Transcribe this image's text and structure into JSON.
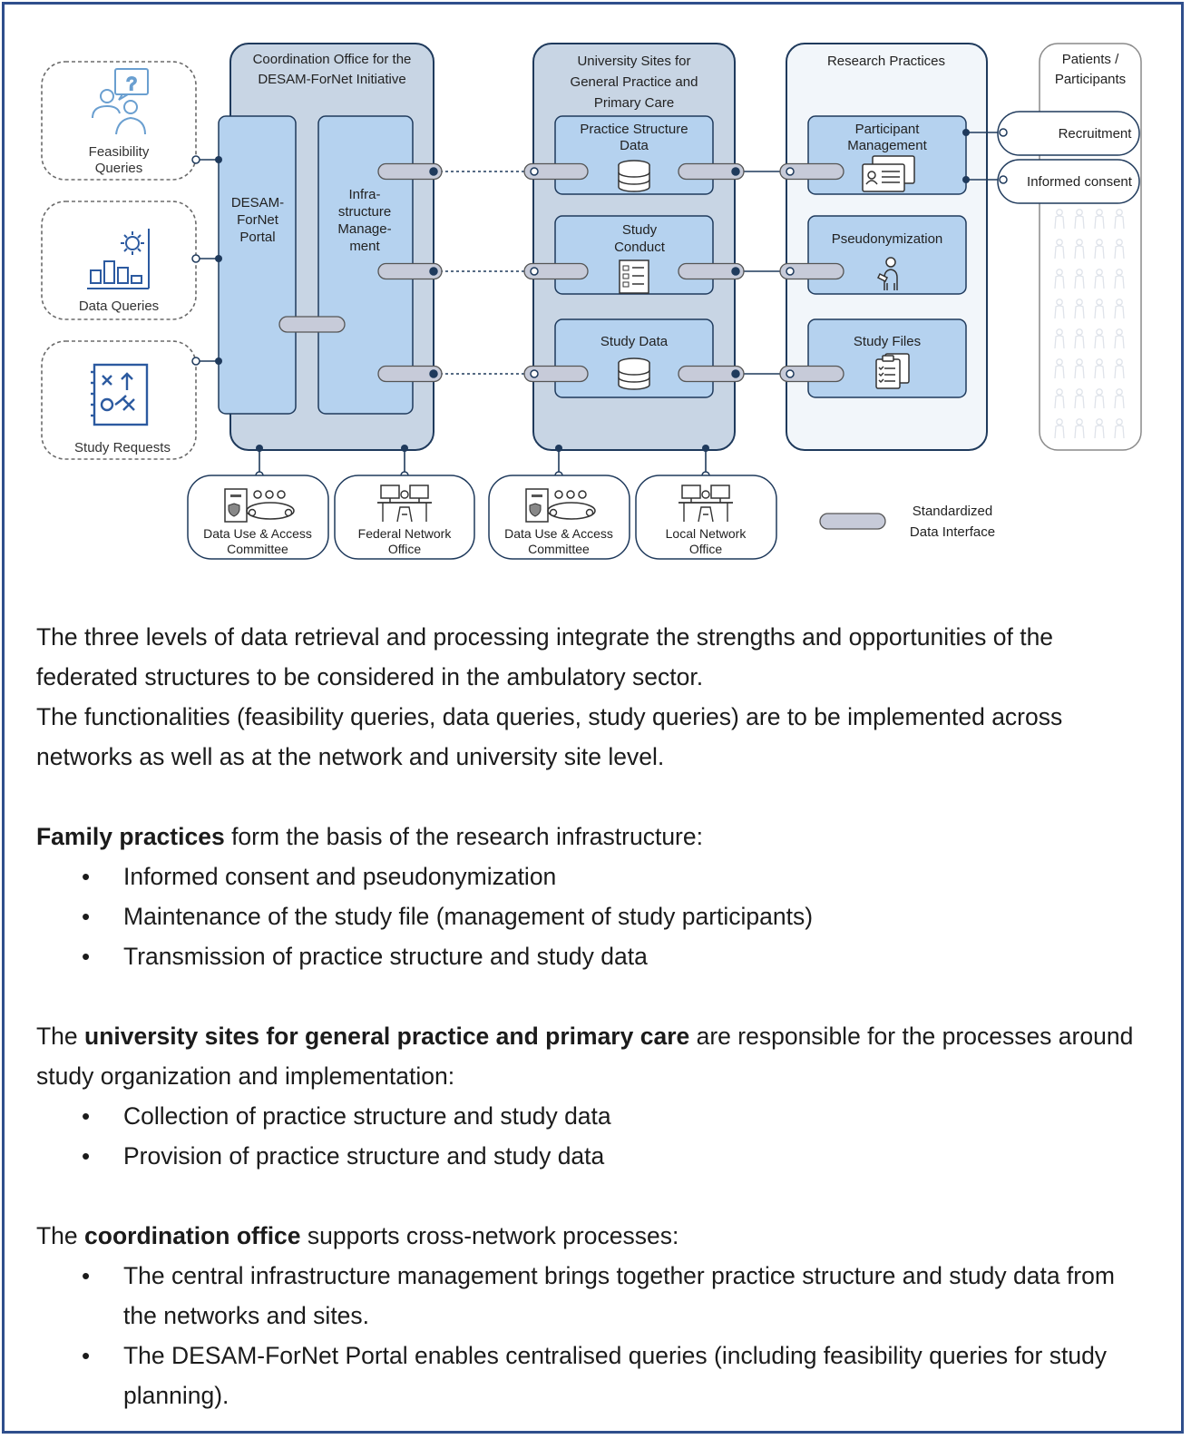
{
  "diagram": {
    "coord_office": {
      "title_lines": [
        "Coordination Office for the",
        "DESAM-ForNet Initiative"
      ]
    },
    "portal": {
      "lines": [
        "DESAM-",
        "ForNet",
        "Portal"
      ]
    },
    "infra": {
      "lines": [
        "Infra-",
        "structure",
        "Manage-",
        "ment"
      ]
    },
    "university": {
      "title_lines": [
        "University Sites for",
        "General Practice and",
        "Primary Care"
      ]
    },
    "uni_boxes": {
      "practice_structure": [
        "Practice Structure",
        "Data"
      ],
      "study_conduct": [
        "Study",
        "Conduct"
      ],
      "study_data": [
        "Study Data"
      ]
    },
    "research": {
      "title": "Research Practices"
    },
    "research_boxes": {
      "participant_mgmt": [
        "Participant",
        "Management"
      ],
      "pseudonymization": [
        "Pseudonymization"
      ],
      "study_files": [
        "Study Files"
      ]
    },
    "patients": {
      "title_lines": [
        "Patients /",
        "Participants"
      ]
    },
    "recruitment": "Recruitment",
    "informed_consent": "Informed consent",
    "left": {
      "feasibility": [
        "Feasibility",
        "Queries"
      ],
      "data_queries": "Data Queries",
      "study_requests": "Study Requests"
    },
    "bottom": {
      "dua_1": [
        "Data Use & Access",
        "Committee"
      ],
      "federal": [
        "Federal Network",
        "Office"
      ],
      "dua_2": [
        "Data Use & Access",
        "Committee"
      ],
      "local": [
        "Local Network",
        "Office"
      ]
    },
    "legend": [
      "Standardized",
      "Data Interface"
    ],
    "colors": {
      "panel": "#c8d5e4",
      "box": "#b5d2ef",
      "panel_light": "#f2f6fa",
      "border": "#1f3a5c",
      "interface": "#c7cbd9"
    }
  },
  "text": {
    "intro1": "The three levels of data retrieval and processing integrate the strengths and opportunities of the federated structures to be considered in the ambulatory sector.",
    "intro2": "The functionalities (feasibility queries, data queries, study queries) are to be implemented across networks as well as at the network and university site level.",
    "family": {
      "bold": "Family practices",
      "rest": " form the basis of the research infrastructure:",
      "items": [
        "Informed consent and pseudonymization",
        "Maintenance of the study file (management of study participants)",
        "Transmission of practice structure and study data"
      ]
    },
    "uni": {
      "pre": "The ",
      "bold": "university sites for general practice and primary care",
      "rest": " are responsible for the processes around study organization and implementation:",
      "items": [
        "Collection of practice structure and study data",
        "Provision of practice structure and study data"
      ]
    },
    "coord": {
      "pre": "The ",
      "bold": "coordination office",
      "rest": " supports cross-network processes:",
      "items": [
        "The central infrastructure management brings together practice structure and study data from the networks and sites.",
        "The DESAM-ForNet Portal enables centralised queries (including feasibility queries for study planning)."
      ]
    }
  }
}
